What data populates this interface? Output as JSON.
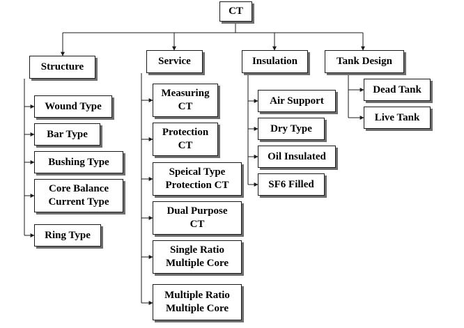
{
  "root": {
    "label": "CT"
  },
  "structure": {
    "label": "Structure",
    "items": [
      {
        "label": "Wound Type"
      },
      {
        "label": "Bar Type"
      },
      {
        "label": "Bushing Type"
      },
      {
        "label": "Core Balance\nCurrent Type"
      },
      {
        "label": "Ring Type"
      }
    ]
  },
  "service": {
    "label": "Service",
    "items": [
      {
        "label": "Measuring\nCT"
      },
      {
        "label": "Protection\nCT"
      },
      {
        "label": "Speical Type\nProtection CT"
      },
      {
        "label": "Dual Purpose\nCT"
      },
      {
        "label": "Single Ratio\nMultiple Core"
      },
      {
        "label": "Multiple Ratio\nMultiple Core"
      }
    ]
  },
  "insulation": {
    "label": "Insulation",
    "items": [
      {
        "label": "Air Support"
      },
      {
        "label": "Dry Type"
      },
      {
        "label": "Oil Insulated"
      },
      {
        "label": "SF6 Filled"
      }
    ]
  },
  "tank_design": {
    "label": "Tank Design",
    "items": [
      {
        "label": "Dead Tank"
      },
      {
        "label": "Live Tank"
      }
    ]
  }
}
